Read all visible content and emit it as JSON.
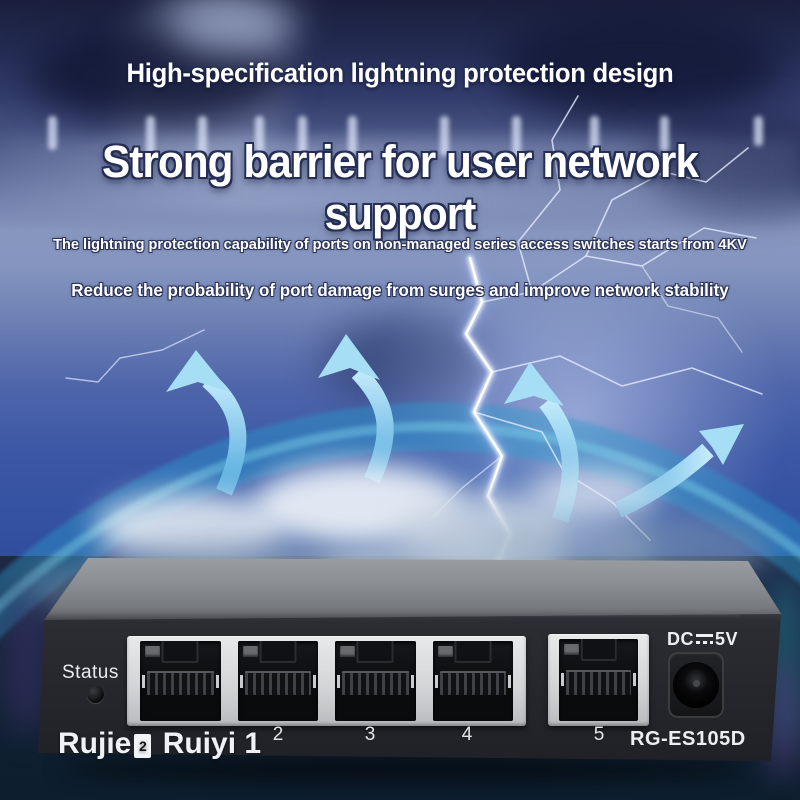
{
  "hero": {
    "subtitle": "High-specification lightning protection design",
    "title": "Strong barrier for user network support",
    "desc1": "The lightning protection capability of ports on non-managed series access switches starts from 4KV",
    "desc2": "Reduce the probability of port damage from surges and improve network stability"
  },
  "device": {
    "status_label": "Status",
    "port_numbers": [
      "2",
      "3",
      "4",
      "5"
    ],
    "power_prefix": "DC",
    "power_suffix": "5V",
    "power_symbol": "dc-current",
    "model": "RG-ES105D"
  },
  "watermark": {
    "part1": "Rujie",
    "box_glyph": "2",
    "part2": " Ruiyi 1"
  },
  "colors": {
    "arrow_light": "#c2eafb",
    "arrow_main": "#4fa8dc",
    "shield_arc": "#2a9ccf",
    "lightning_core": "#ffffff",
    "lightning_glow": "#9fb4f0",
    "sky_deep": "#2d4a9b",
    "device_top": "#8a8d92",
    "device_face": "#26282e",
    "port_bezel": "#d3d5d7",
    "bottom_shadow": "#0b141f"
  }
}
